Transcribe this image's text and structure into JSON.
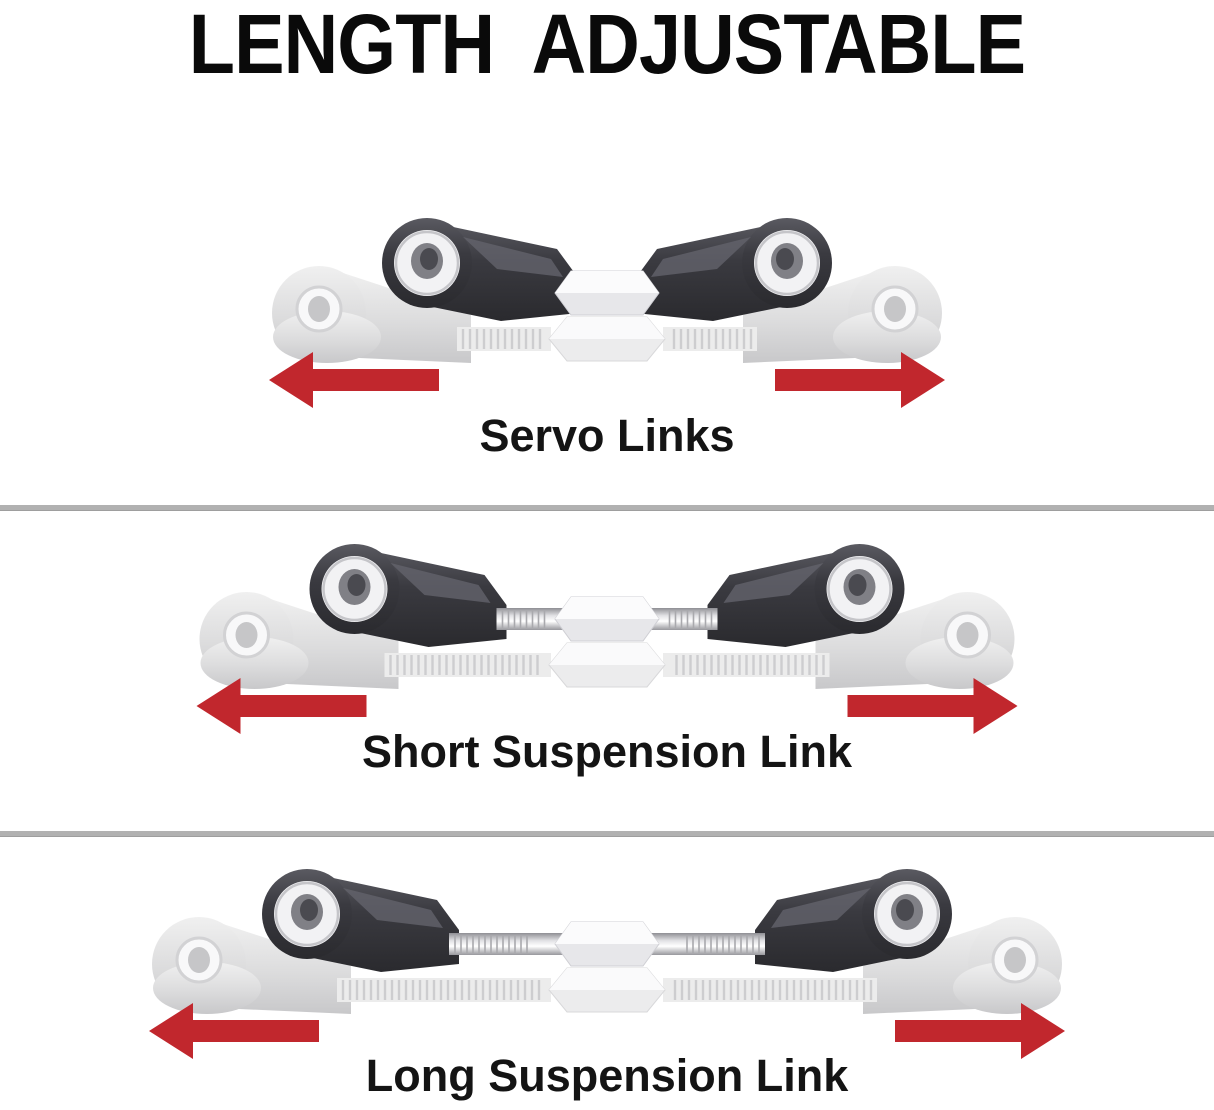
{
  "title": "LENGTH  ADJUSTABLE",
  "sections": [
    {
      "label": "Servo Links",
      "illustration": "adjustable-servo-link-with-extension-arrows"
    },
    {
      "label": "Short Suspension Link",
      "illustration": "adjustable-short-suspension-link-with-extension-arrows"
    },
    {
      "label": "Long Suspension Link",
      "illustration": "adjustable-long-suspension-link-with-extension-arrows"
    }
  ],
  "colors": {
    "background": "#ffffff",
    "arrow_red": "#c1272d",
    "divider_gray": "#b1b1b1",
    "rod_end_dark": "#3a3a40",
    "ghost_gray": "#dcdcdd",
    "title_text": "#0a0a0a",
    "label_text": "#141414"
  }
}
